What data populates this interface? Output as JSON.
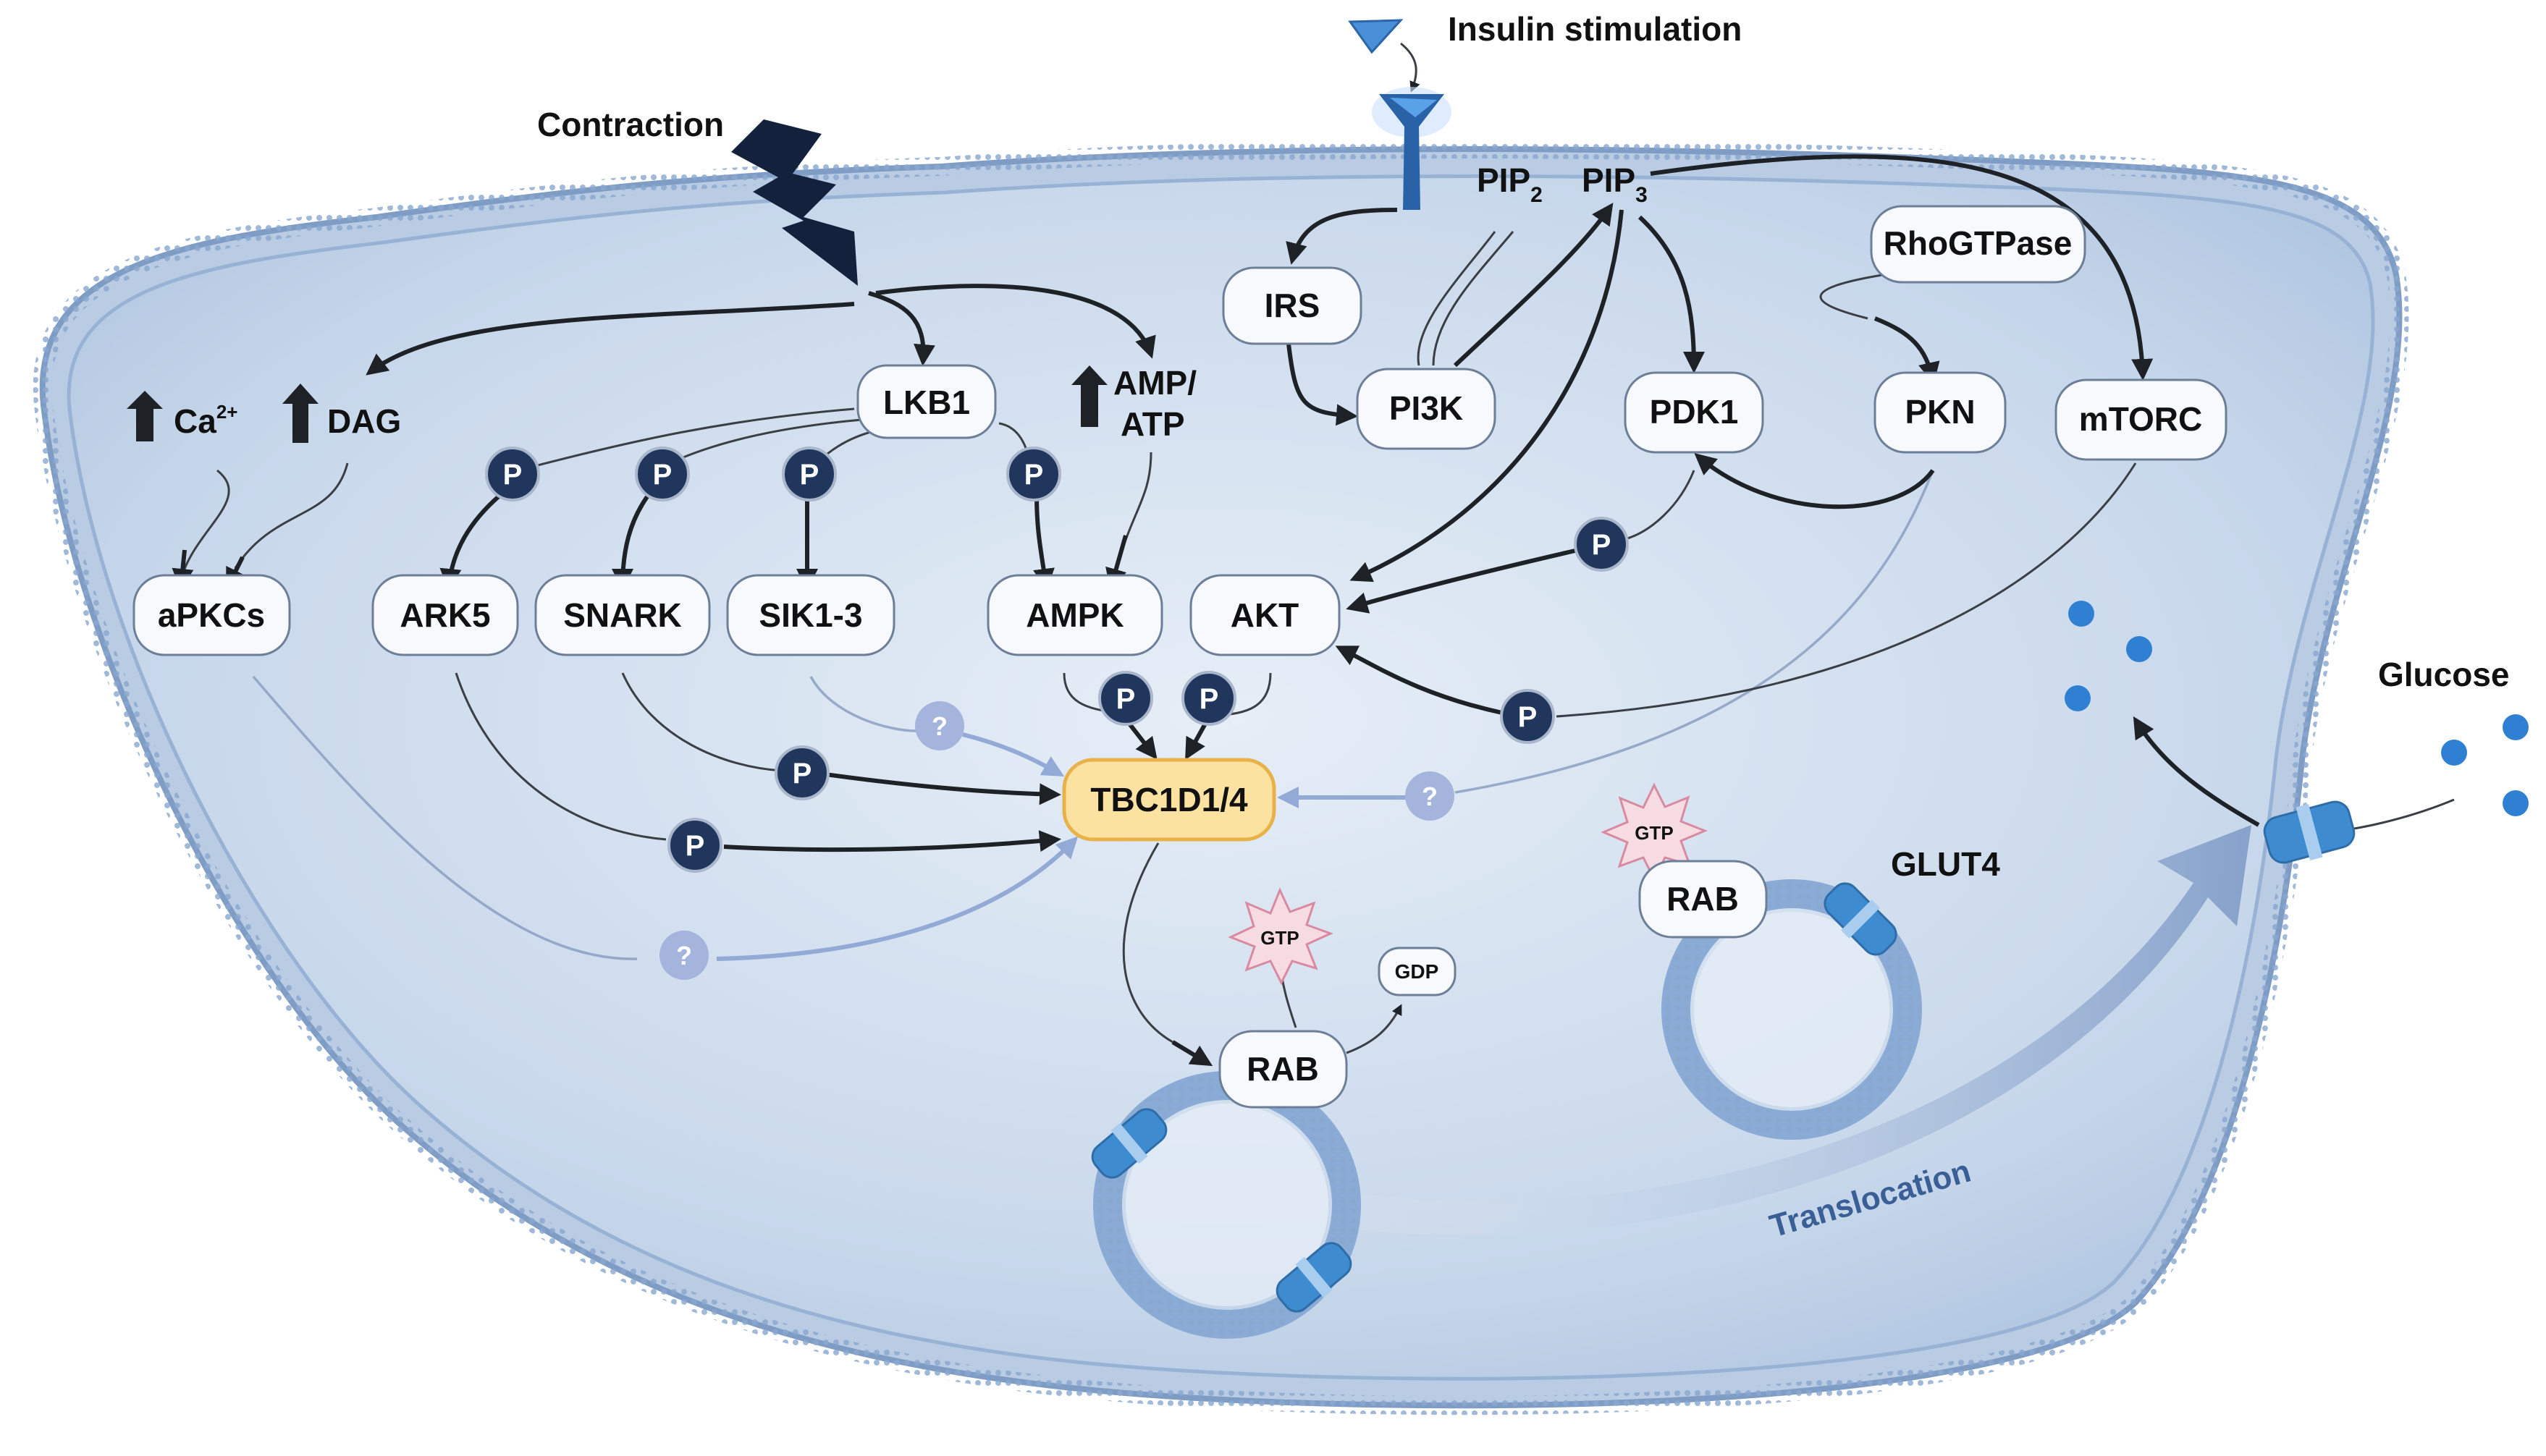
{
  "stimuli": {
    "contraction": "Contraction",
    "insulin": "Insulin stimulation",
    "glucose": "Glucose",
    "translocation": "Translocation"
  },
  "lipids": {
    "pip2_base": "PIP",
    "pip2_sub": "2",
    "pip3_base": "PIP",
    "pip3_sub": "3"
  },
  "secondary": {
    "ca_base": "Ca",
    "ca_sup": "2+",
    "dag": "DAG",
    "amp_line1": "AMP/",
    "amp_line2": "ATP"
  },
  "nodes": {
    "lkb1": "LKB1",
    "irs": "IRS",
    "pi3k": "PI3K",
    "pdk1": "PDK1",
    "pkn": "PKN",
    "mtorc": "mTORC",
    "rhogtpase": "RhoGTPase",
    "apkcs": "aPKCs",
    "ark5": "ARK5",
    "snark": "SNARK",
    "sik13": "SIK1-3",
    "ampk": "AMPK",
    "akt": "AKT",
    "tbc1d14": "TBC1D1/4",
    "rab_main": "RAB",
    "rab_vesicle": "RAB",
    "gtp_main": "GTP",
    "gtp_vesicle": "GTP",
    "gdp": "GDP",
    "glut4": "GLUT4"
  },
  "badges": {
    "phospho": "P",
    "unknown": "?"
  },
  "colors": {
    "cell_fill": "#cfdcec",
    "membrane": "#7f9cc4",
    "badge_p": "#20365d",
    "badge_q": "#a4b4dc",
    "tbc_fill": "#fbe2a1",
    "glut": "#3e8bd0",
    "gtp_burst": "#f6dbe2"
  }
}
